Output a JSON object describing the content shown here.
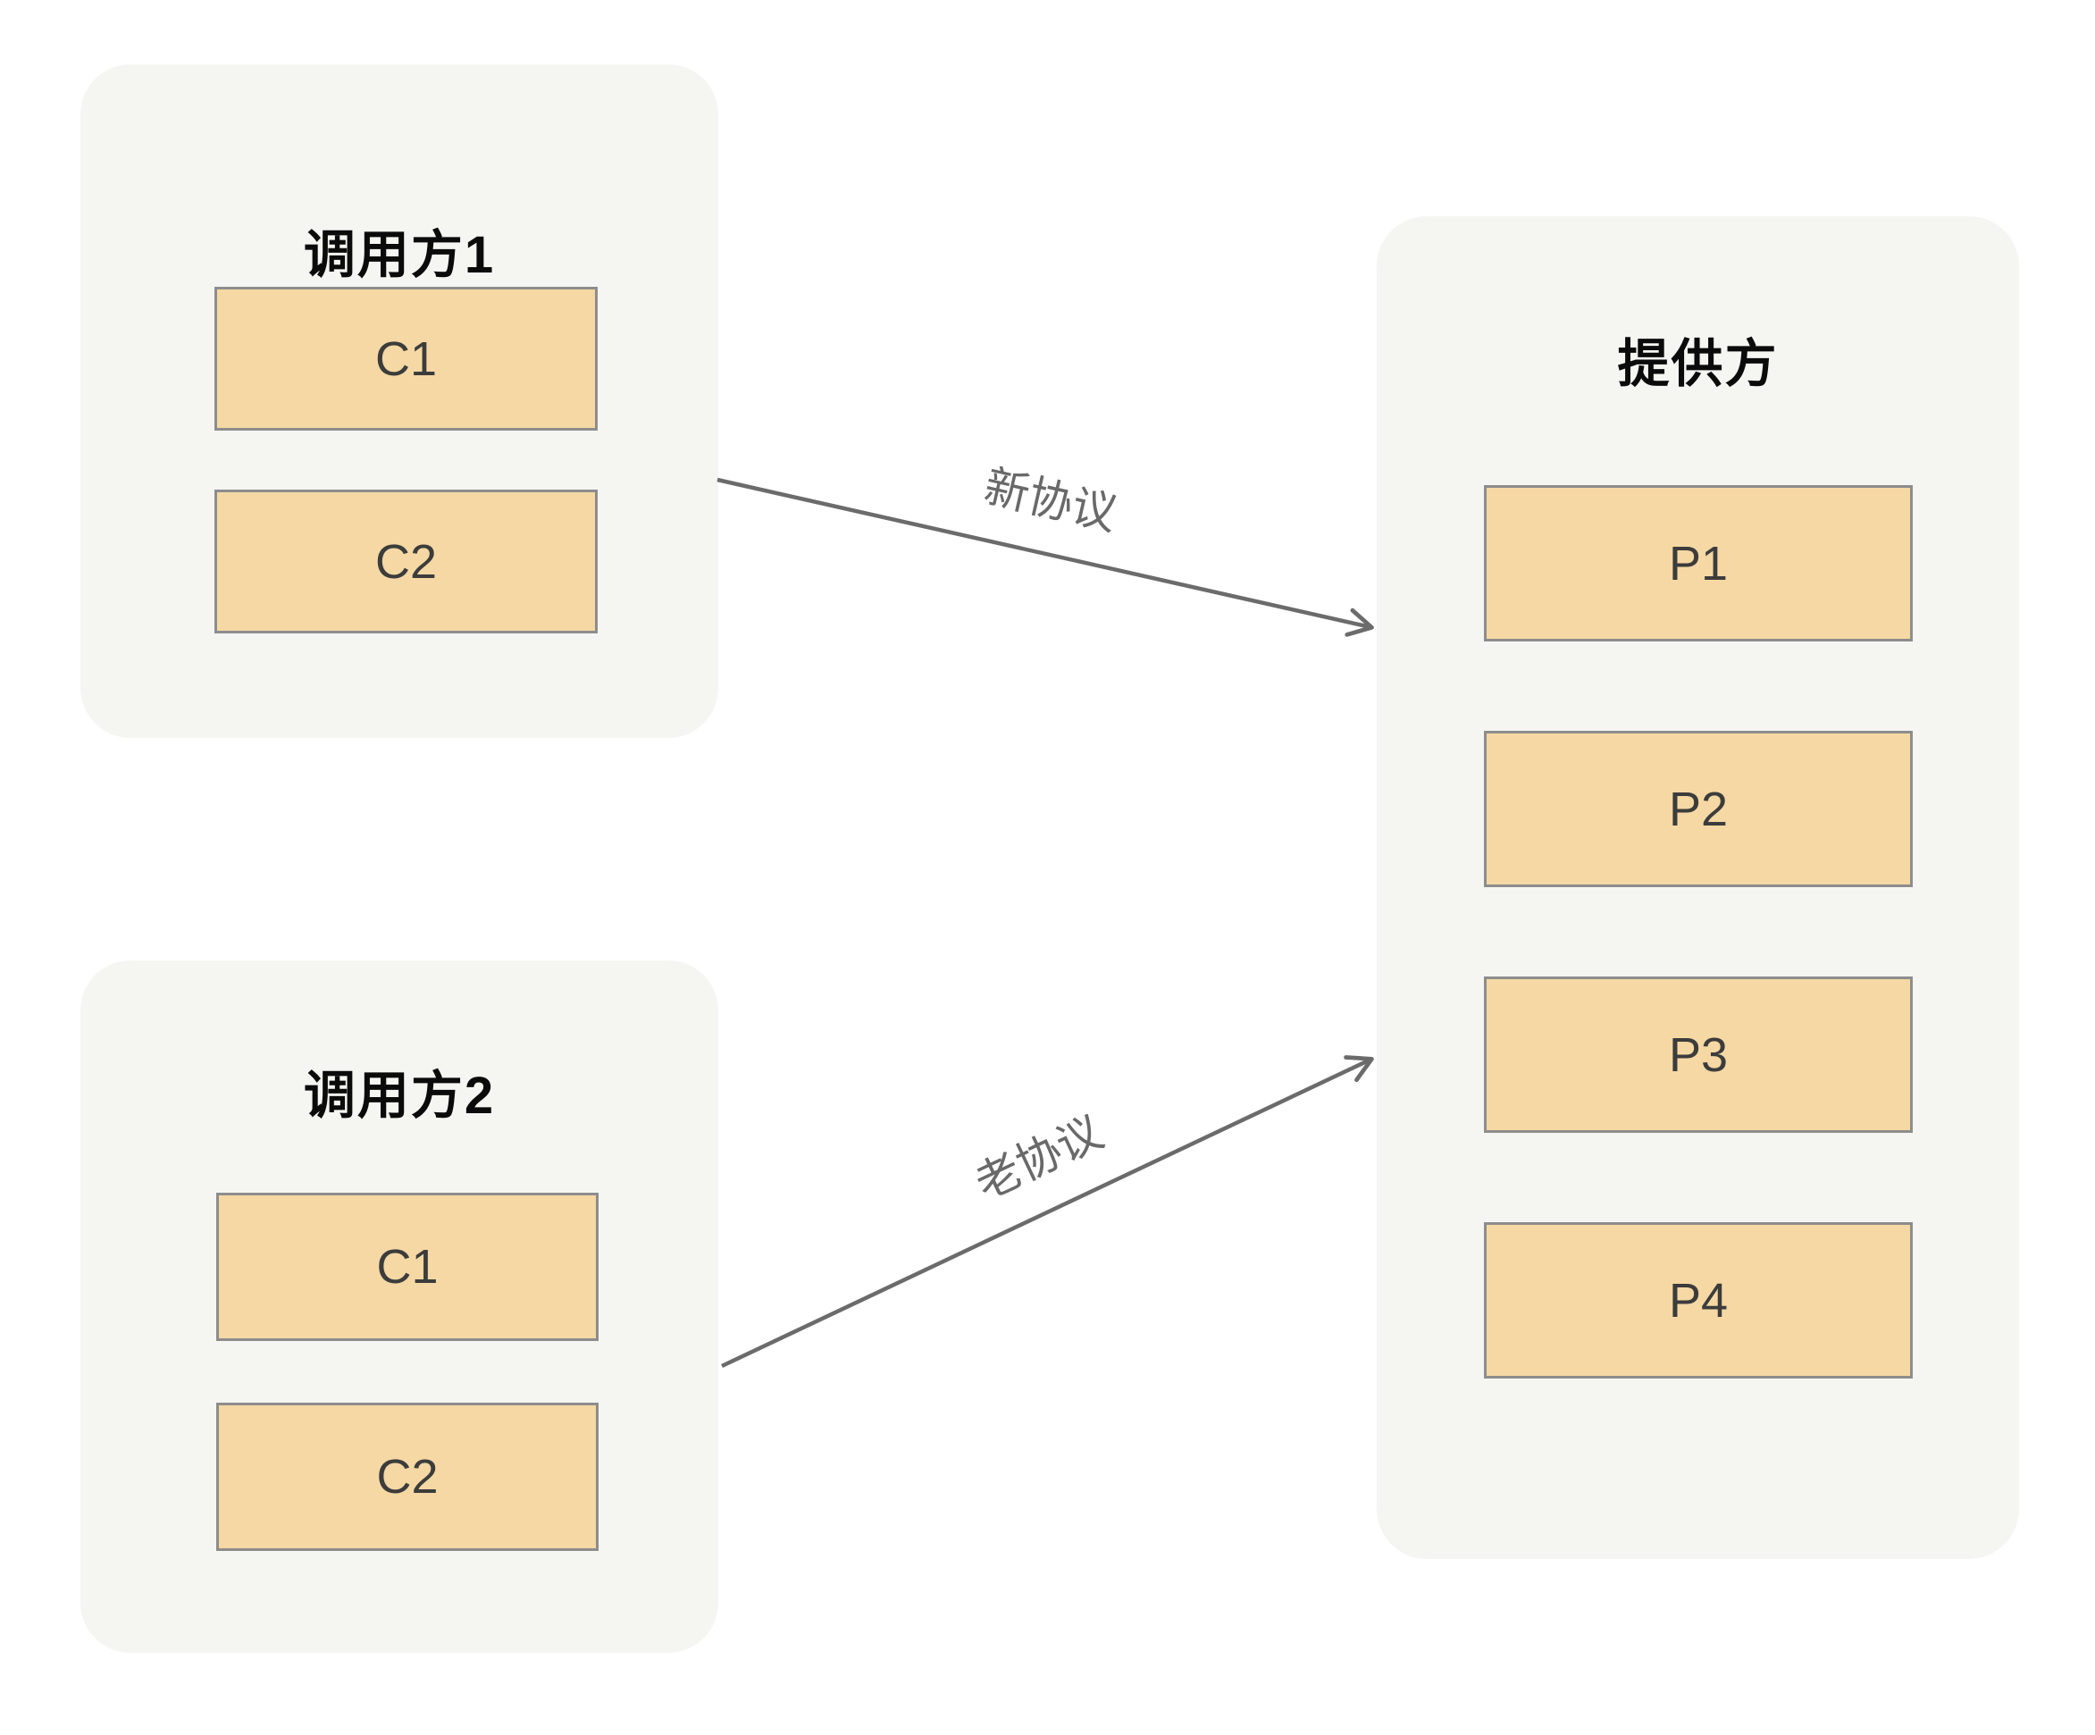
{
  "diagram": {
    "nodes": {
      "caller1": {
        "title": "调用方1",
        "children": [
          "C1",
          "C2"
        ]
      },
      "caller2": {
        "title": "调用方2",
        "children": [
          "C1",
          "C2"
        ]
      },
      "provider": {
        "title": "提供方",
        "children": [
          "P1",
          "P2",
          "P3",
          "P4"
        ]
      }
    },
    "edges": [
      {
        "label": "新协议",
        "from": "调用方1",
        "to": "提供方"
      },
      {
        "label": "老协议",
        "from": "调用方2",
        "to": "提供方"
      }
    ],
    "colors": {
      "page_background": "#ffffff",
      "group_fill": "#f5f5f2",
      "box_fill": "#f5d8a3",
      "box_border": "#8d8d8d",
      "box_text": "#3c3c3c",
      "title_text": "#0b0b0b",
      "arrow": "#6b6b6b",
      "arrow_label": "#696969"
    }
  }
}
